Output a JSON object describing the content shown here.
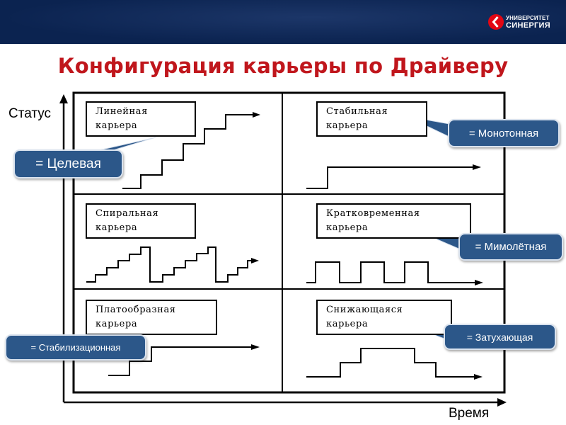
{
  "header": {
    "logo": {
      "line1": "УНИВЕРСИТЕТ",
      "line2": "СИНЕРГИЯ",
      "icon": "synergy-chevron-icon",
      "accent": "#e30613"
    },
    "band_color": "#0b2350"
  },
  "title": "Конфигурация карьеры по Драйверу",
  "title_color": "#c0161c",
  "axes": {
    "y_label": "Статус",
    "x_label": "Время"
  },
  "cells": [
    {
      "id": "linear",
      "line1": "Линейная",
      "line2": "карьера"
    },
    {
      "id": "stable",
      "line1": "Стабильная",
      "line2": "карьера"
    },
    {
      "id": "spiral",
      "line1": "Спиральная",
      "line2": "карьера"
    },
    {
      "id": "short",
      "line1": "Кратковременная",
      "line2": "карьера"
    },
    {
      "id": "plateau",
      "line1": "Платообразная",
      "line2": "карьера"
    },
    {
      "id": "declining",
      "line1": "Снижающаяся",
      "line2": "карьера"
    }
  ],
  "callouts": [
    {
      "id": "target",
      "text": "= Целевая"
    },
    {
      "id": "monotone",
      "text": "= Монотонная"
    },
    {
      "id": "fleeting",
      "text": "= Мимолётная"
    },
    {
      "id": "stabilizing",
      "text": "= Стабилизационная"
    },
    {
      "id": "fading",
      "text": "= Затухающая"
    }
  ],
  "colors": {
    "callout_fill": "#2c5789",
    "callout_border": "#d9e2ee",
    "line": "#000000"
  }
}
